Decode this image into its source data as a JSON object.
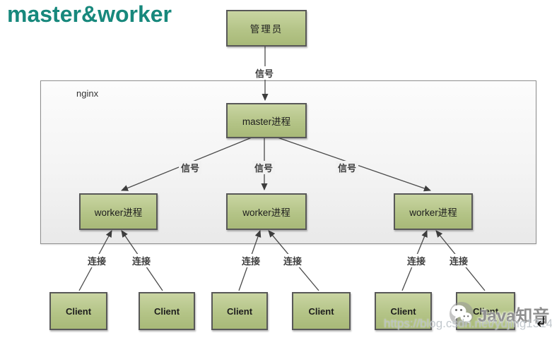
{
  "title": "master&worker",
  "container": {
    "label": "nginx"
  },
  "nodes": {
    "admin": "管理员",
    "master": "master进程",
    "workers": [
      "worker进程",
      "worker进程",
      "worker进程"
    ],
    "clients": [
      "Client",
      "Client",
      "Client",
      "Client",
      "Client",
      "Client"
    ]
  },
  "edge_labels": {
    "signal_top": "信号",
    "signals": [
      "信号",
      "信号",
      "信号"
    ],
    "connections": [
      "连接",
      "连接",
      "连接",
      "连接",
      "连接",
      "连接"
    ]
  },
  "watermark": {
    "brand": "Java知音",
    "url": "https://blog.csdn.net/yujing1314",
    "icon": "wechat-icon"
  },
  "colors": {
    "title": "#17887c",
    "node_fill": "#b4c487",
    "node_border": "#585858",
    "container_fill": "#f2f2f2",
    "container_border": "#8f8f8f",
    "line": "#4a4a4a"
  }
}
